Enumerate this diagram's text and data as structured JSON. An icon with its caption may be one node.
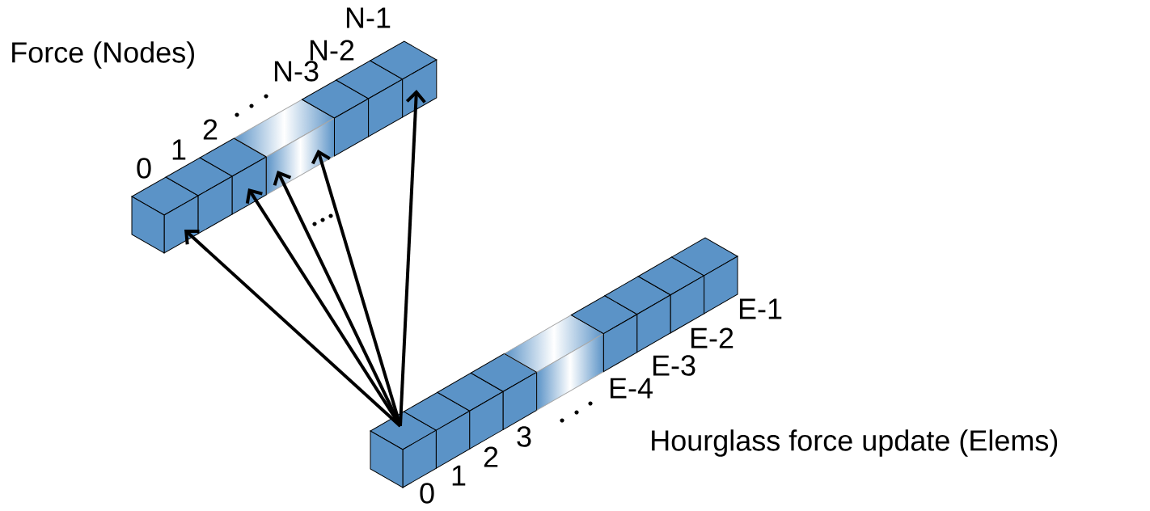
{
  "diagram": {
    "nodes": [
      {
        "text": [],
        "shape": "cube",
        "beside": [
          "0"
        ]
      },
      {
        "text": [],
        "shape": "cube",
        "beside": [
          "1"
        ]
      },
      {
        "text": [],
        "shape": "cube",
        "beside": [
          "2"
        ]
      },
      {
        "text": [],
        "shape": "cube"
      },
      {
        "text": [],
        "shape": "cube",
        "beside": [
          "N-3"
        ]
      },
      {
        "text": [],
        "shape": "cube",
        "beside": [
          "N-2"
        ]
      },
      {
        "text": [],
        "shape": "cube",
        "beside": [
          "N-1"
        ]
      },
      {
        "text": [],
        "shape": "cube",
        "beside": [
          "0"
        ]
      },
      {
        "text": [],
        "shape": "cube",
        "beside": [
          "1"
        ]
      },
      {
        "text": [],
        "shape": "cube",
        "beside": [
          "2"
        ]
      },
      {
        "text": [],
        "shape": "cube",
        "beside": [
          "3"
        ]
      },
      {
        "text": [],
        "shape": "cube"
      },
      {
        "text": [],
        "shape": "cube",
        "beside": [
          "E-4"
        ]
      },
      {
        "text": [],
        "shape": "cube",
        "beside": [
          "E-3"
        ]
      },
      {
        "text": [],
        "shape": "cube",
        "beside": [
          "E-2"
        ]
      },
      {
        "text": [],
        "shape": "cube",
        "beside": [
          "E-1"
        ]
      }
    ],
    "edges": [
      {
        "from": 7,
        "to": 0,
        "arrow": "to"
      },
      {
        "from": 7,
        "to": 2,
        "arrow": "to"
      },
      {
        "from": 7,
        "to": 3,
        "arrow": "to"
      },
      {
        "from": 7,
        "to": 3,
        "arrow": "to"
      },
      {
        "from": 7,
        "to": 6,
        "arrow": "to"
      }
    ],
    "labels": [
      "Force (Nodes)",
      "Hourglass force update (Elems)"
    ]
  }
}
